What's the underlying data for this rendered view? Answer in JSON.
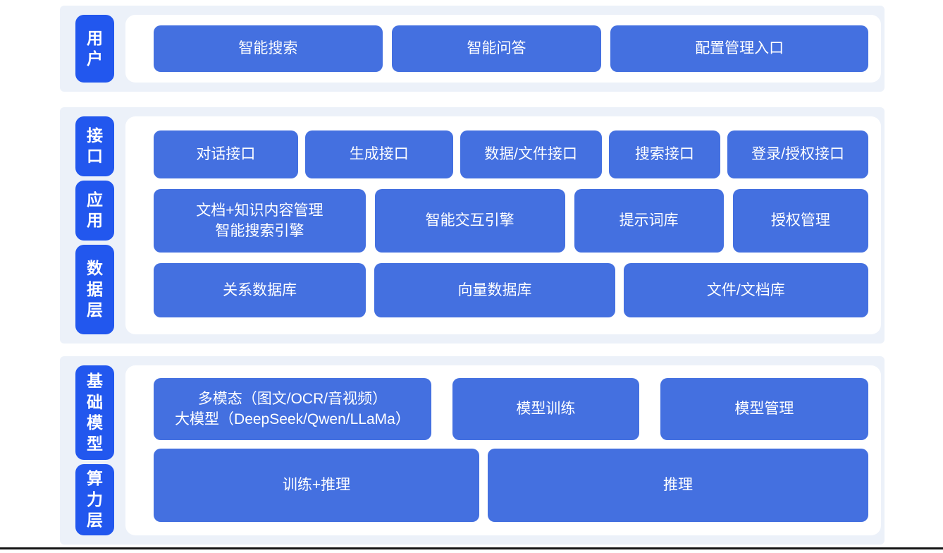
{
  "colors": {
    "layer_badge_blue": "#2257ee",
    "node_blue": "#4470e0",
    "section_bg": "#ecf1f9",
    "panel_bg": "#ffffff",
    "node_text": "#ffffff",
    "bottom_rule": "#141414"
  },
  "layers": {
    "user": {
      "label": "用户"
    },
    "interface": {
      "label": "接口"
    },
    "application": {
      "label": "应用"
    },
    "data": {
      "label": "数据层"
    },
    "foundation_model": {
      "label": "基础模型"
    },
    "compute": {
      "label": "算力层"
    }
  },
  "nodes": {
    "smart_search": "智能搜索",
    "smart_qa": "智能问答",
    "config_entry": "配置管理入口",
    "dialog_api": "对话接口",
    "generation_api": "生成接口",
    "data_file_api": "数据/文件接口",
    "search_api": "搜索接口",
    "login_auth_api": "登录/授权接口",
    "doc_knowledge_search_engine": "文档+知识内容管理\n智能搜索引擎",
    "interaction_engine": "智能交互引擎",
    "prompt_library": "提示词库",
    "auth_management": "授权管理",
    "relational_db": "关系数据库",
    "vector_db": "向量数据库",
    "file_doc_db": "文件/文档库",
    "multimodal_llm": "多模态（图文/OCR/音视频）\n大模型（DeepSeek/Qwen/LLaMa）",
    "model_training": "模型训练",
    "model_management": "模型管理",
    "training_inference": "训练+推理",
    "inference": "推理"
  }
}
